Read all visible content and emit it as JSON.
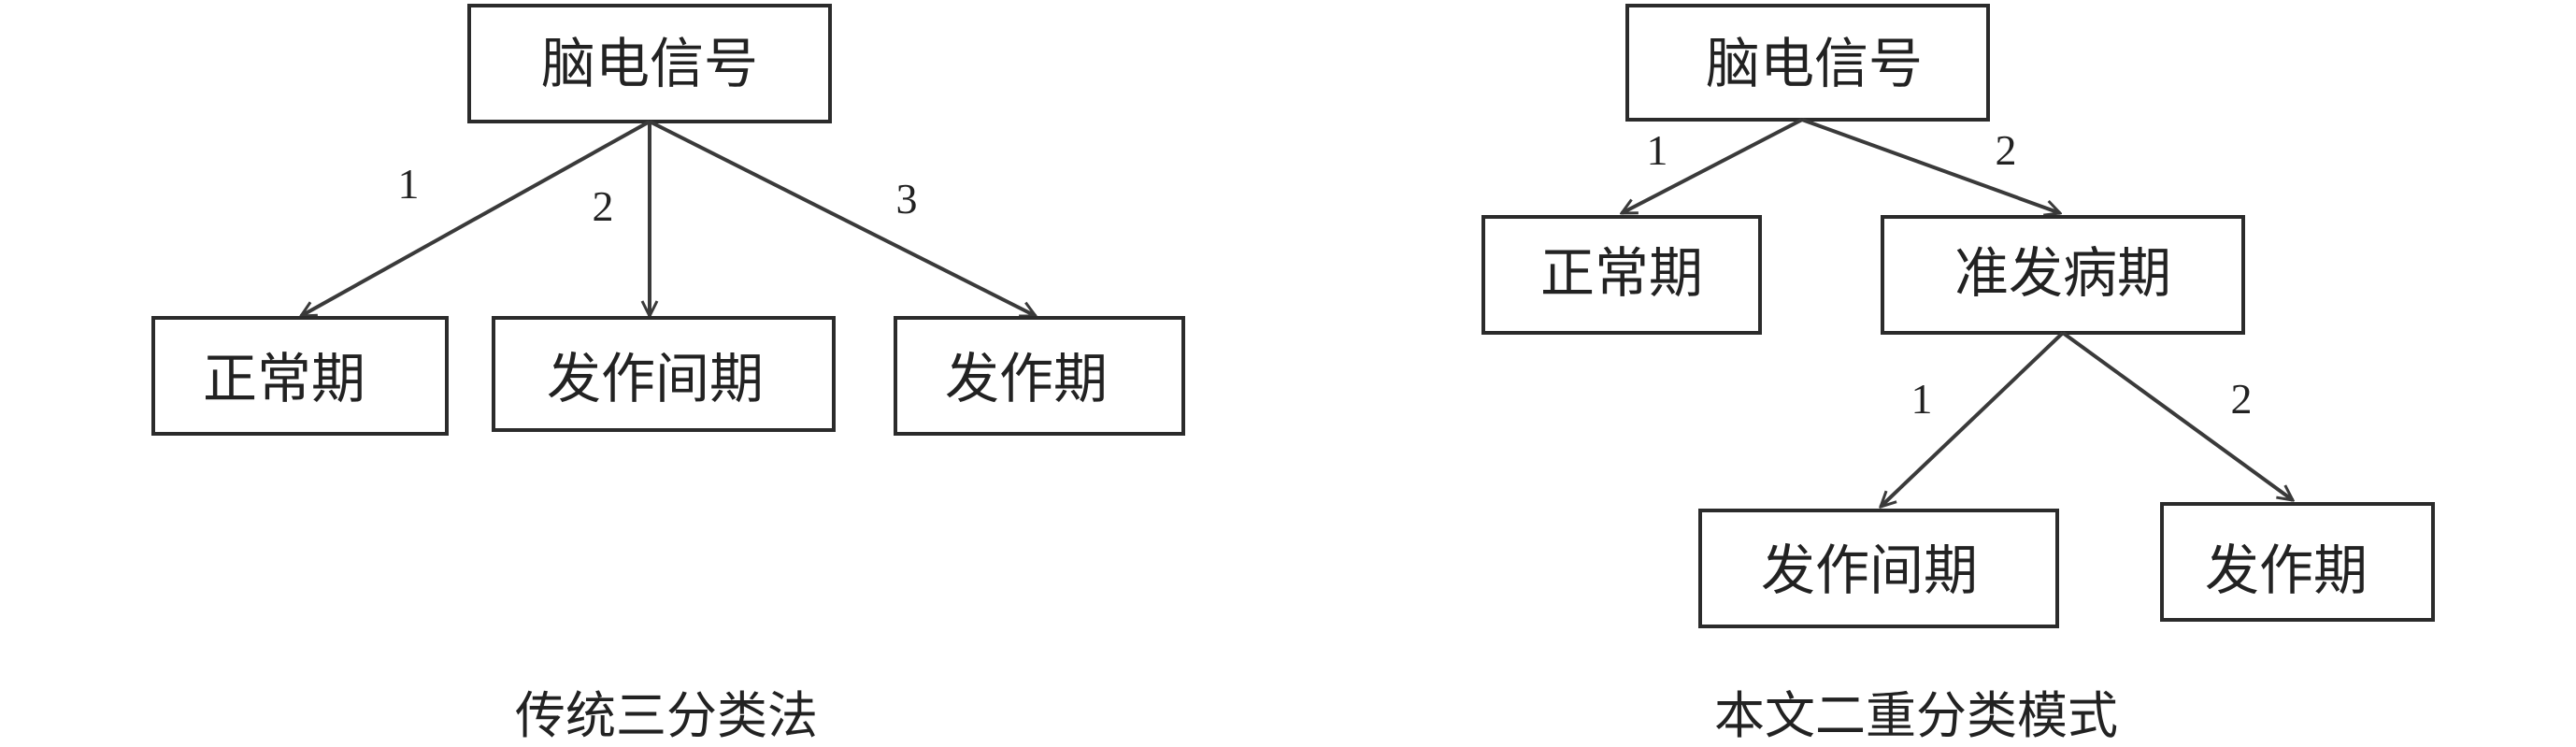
{
  "diagrams": [
    {
      "id": "left",
      "caption": "传统三分类法",
      "root": "脑电信号",
      "edges": [
        {
          "label": "1",
          "target": "正常期"
        },
        {
          "label": "2",
          "target": "发作间期"
        },
        {
          "label": "3",
          "target": "发作期"
        }
      ]
    },
    {
      "id": "right",
      "caption": "本文二重分类模式",
      "root": "脑电信号",
      "edges": [
        {
          "label": "1",
          "target": "正常期"
        },
        {
          "label": "2",
          "target": "准发病期"
        }
      ],
      "sub_parent": "准发病期",
      "sub_edges": [
        {
          "label": "1",
          "target": "发作间期"
        },
        {
          "label": "2",
          "target": "发作期"
        }
      ]
    }
  ]
}
